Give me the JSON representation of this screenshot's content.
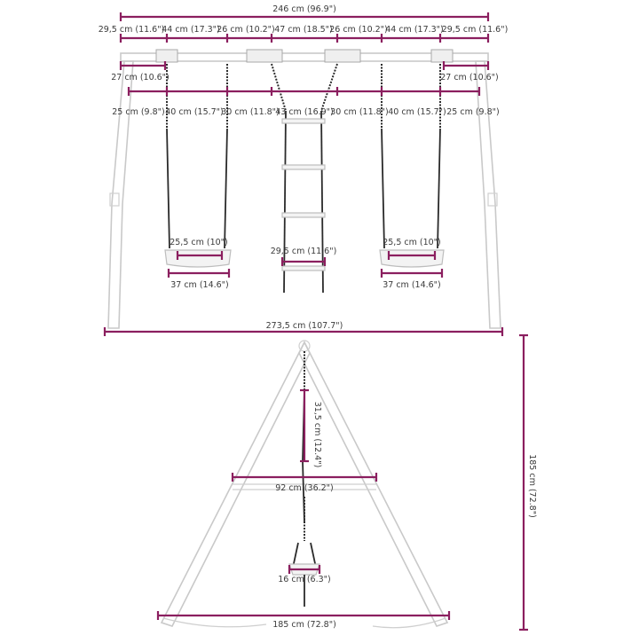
{
  "colors": {
    "dimension": "#8b1f5f",
    "frame": "#c9c9c9",
    "rope": "#2b2b2b"
  },
  "front_view": {
    "total_width": "246 cm (96.9\")",
    "top_segments": [
      "29,5 cm (11.6\")",
      "44 cm (17.3\")",
      "26 cm (10.2\")",
      "47 cm (18.5\")",
      "26 cm (10.2\")",
      "44 cm (17.3\")",
      "29,5 cm (11.6\")"
    ],
    "end_offset_left": "27 cm (10.6\")",
    "end_offset_right": "27 cm (10.6\")",
    "hanger_segments": [
      "25 cm (9.8\")",
      "40 cm (15.7\")",
      "30 cm (11.8\")",
      "43 cm (16.9\")",
      "30 cm (11.8\")",
      "40 cm (15.7\")",
      "25 cm (9.8\")"
    ],
    "left_seat_inner": "25,5 cm (10\")",
    "right_seat_inner": "25,5 cm (10\")",
    "left_seat_width": "37 cm (14.6\")",
    "right_seat_width": "37 cm (14.6\")",
    "ladder_width": "29,5 cm (11.6\")",
    "base_width": "273,5 cm (107.7\")"
  },
  "side_view": {
    "height": "185 cm (72.8\")",
    "rope_segment": "31,5 cm (12.4\")",
    "brace_width": "92 cm (36.2\")",
    "seat_depth": "16 cm (6.3\")",
    "base_depth": "185 cm (72.8\")"
  }
}
